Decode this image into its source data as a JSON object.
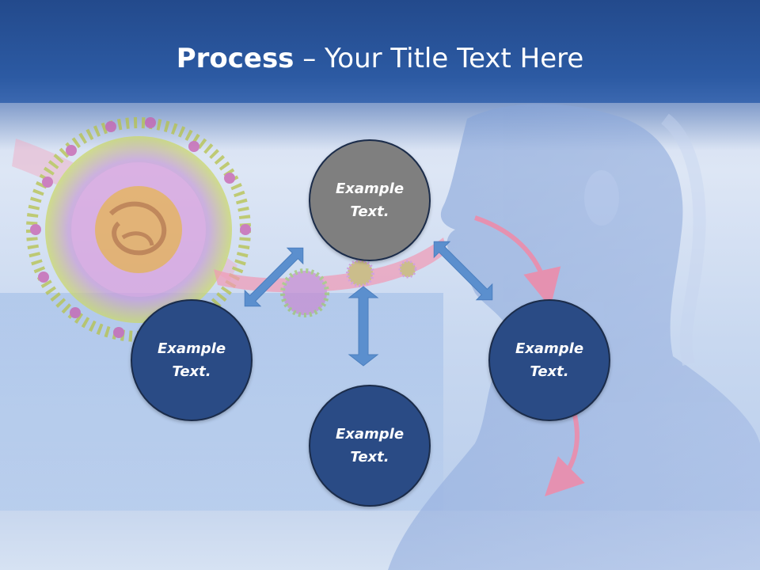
{
  "slide": {
    "title_bold": "Process",
    "title_rest": " – Your Title Text Here"
  },
  "diagram": {
    "nodes": [
      {
        "id": "top",
        "line1": "Example",
        "line2": "Text.",
        "fill": "gray"
      },
      {
        "id": "left",
        "line1": "Example",
        "line2": "Text.",
        "fill": "blue"
      },
      {
        "id": "right",
        "line1": "Example",
        "line2": "Text.",
        "fill": "blue"
      },
      {
        "id": "bottom",
        "line1": "Example",
        "line2": "Text.",
        "fill": "blue"
      }
    ],
    "colors": {
      "node_blue": "#2a4b85",
      "node_gray": "#7f7f7f",
      "arrow": "#5b8fce",
      "header": "#2c5aa3"
    }
  }
}
